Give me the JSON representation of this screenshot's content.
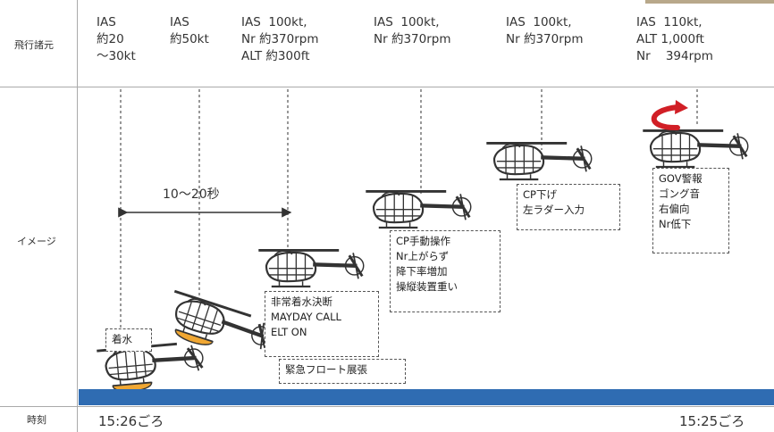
{
  "rows": {
    "flight_label": "飛行諸元",
    "image_label": "イメージ",
    "time_label": "時刻"
  },
  "flight_data": [
    "IAS\n約20\n〜30kt",
    "IAS\n約50kt",
    "IAS  100kt,\nNr 約370rpm\nALT 約300ft",
    "IAS  100kt,\nNr 約370rpm",
    "IAS  100kt,\nNr 約370rpm",
    "IAS  110kt,\nALT 1,000ft\nNr    394rpm"
  ],
  "duration": "10〜20秒",
  "events": {
    "e1": "着水",
    "e2": "非常着水決断\nMAYDAY CALL\nELT ON",
    "e3": "緊急フロート展張",
    "e4": "CP手動操作\nNr上がらず\n降下率増加\n操縦装置重い",
    "e5": "CP下げ\n左ラダー入力",
    "e6": "GOV警報\nゴング音\n右偏向\nNr低下"
  },
  "times": {
    "start": "15:26ごろ",
    "end": "15:25ごろ"
  },
  "colors": {
    "water": "#2f6cb2",
    "float": "#f0a733",
    "turn_arrow": "#d11f26"
  },
  "icons": [
    "helicopter-icon",
    "right-turn-arrow-icon"
  ]
}
